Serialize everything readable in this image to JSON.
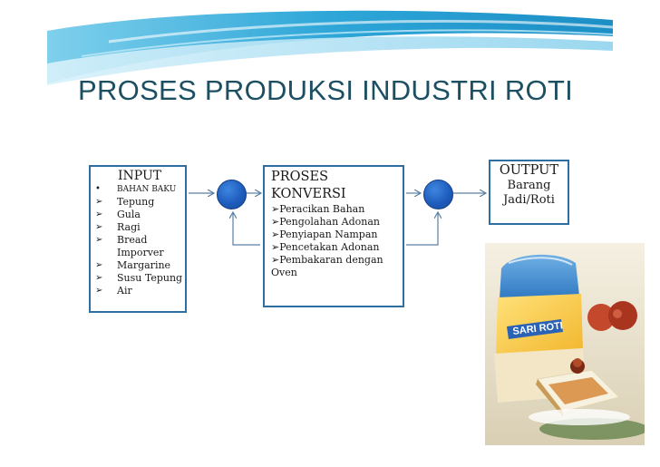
{
  "title": "PROSES PRODUKSI INDUSTRI ROTI",
  "input": {
    "heading": "INPUT",
    "bullet_dot": "•",
    "bullet_arrow": "➢",
    "category": "BAHAN BAKU",
    "items": [
      "Tepung",
      "Gula",
      "Ragi",
      "Bread",
      "Margarine",
      "Susu Tepung",
      "Air"
    ],
    "bread_continuation": "Imporver"
  },
  "proses": {
    "heading_line1": "PROSES",
    "heading_line2": "KONVERSI",
    "steps": [
      "➢Peracikan Bahan",
      "➢Pengolahan Adonan",
      "➢Penyiapan Nampan",
      "➢Pencetakan Adonan",
      "➢Pembakaran dengan"
    ],
    "step_continuation": "Oven"
  },
  "output": {
    "heading": "OUTPUT",
    "line1": "Barang",
    "line2": "Jadi/Roti"
  },
  "image": {
    "brand_text": "SARI ROTI"
  },
  "colors": {
    "title": "#1d4f63",
    "box_border": "#2d6fa0",
    "node": "#1e5dbe",
    "swoosh_dark": "#1c8fc6",
    "swoosh_light": "#9fd9ef"
  }
}
